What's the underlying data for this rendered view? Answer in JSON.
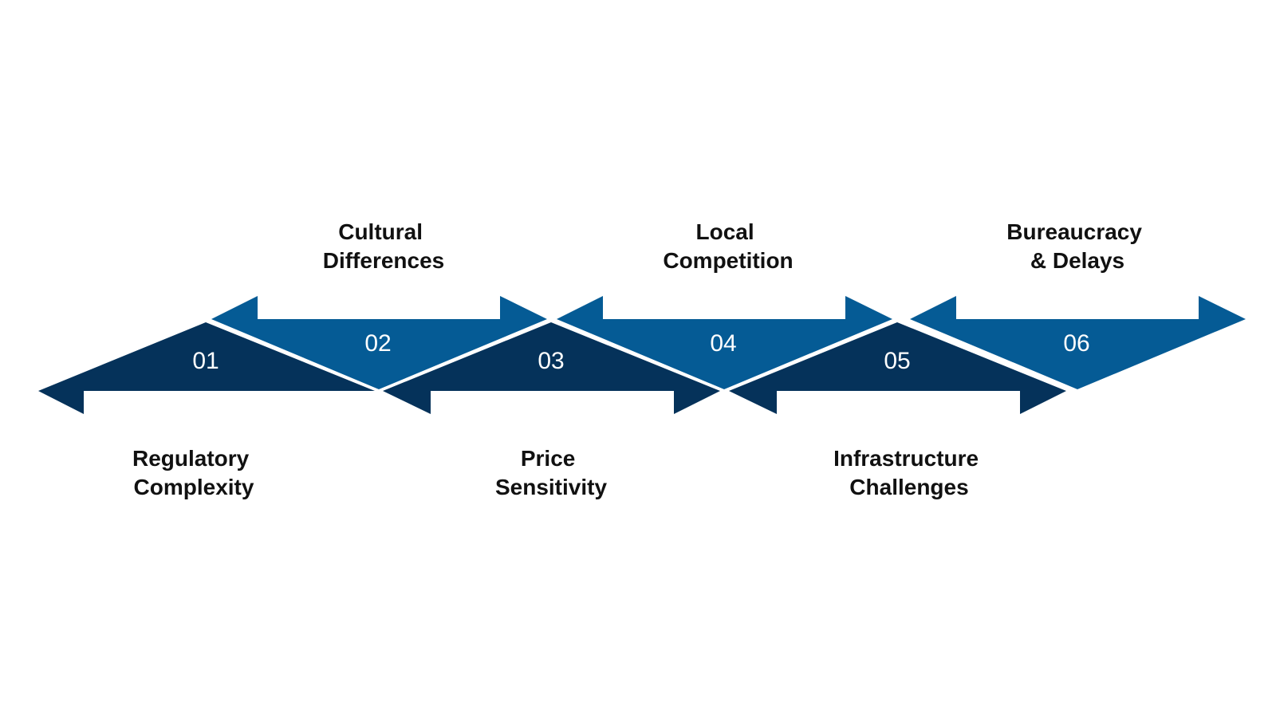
{
  "colors": {
    "dark_navy": "#05325a",
    "steel_blue": "#055b95",
    "label_text": "#111111",
    "number_text": "#ffffff",
    "background": "#ffffff"
  },
  "steps": [
    {
      "number": "01",
      "label_line1": "Regulatory",
      "label_line2": "Complexity"
    },
    {
      "number": "02",
      "label_line1": "Cultural",
      "label_line2": "Differences"
    },
    {
      "number": "03",
      "label_line1": "Price",
      "label_line2": "Sensitivity"
    },
    {
      "number": "04",
      "label_line1": "Local",
      "label_line2": "Competition"
    },
    {
      "number": "05",
      "label_line1": "Infrastructure",
      "label_line2": "Challenges"
    },
    {
      "number": "06",
      "label_line1": "Bureaucracy",
      "label_line2": "& Delays"
    }
  ]
}
